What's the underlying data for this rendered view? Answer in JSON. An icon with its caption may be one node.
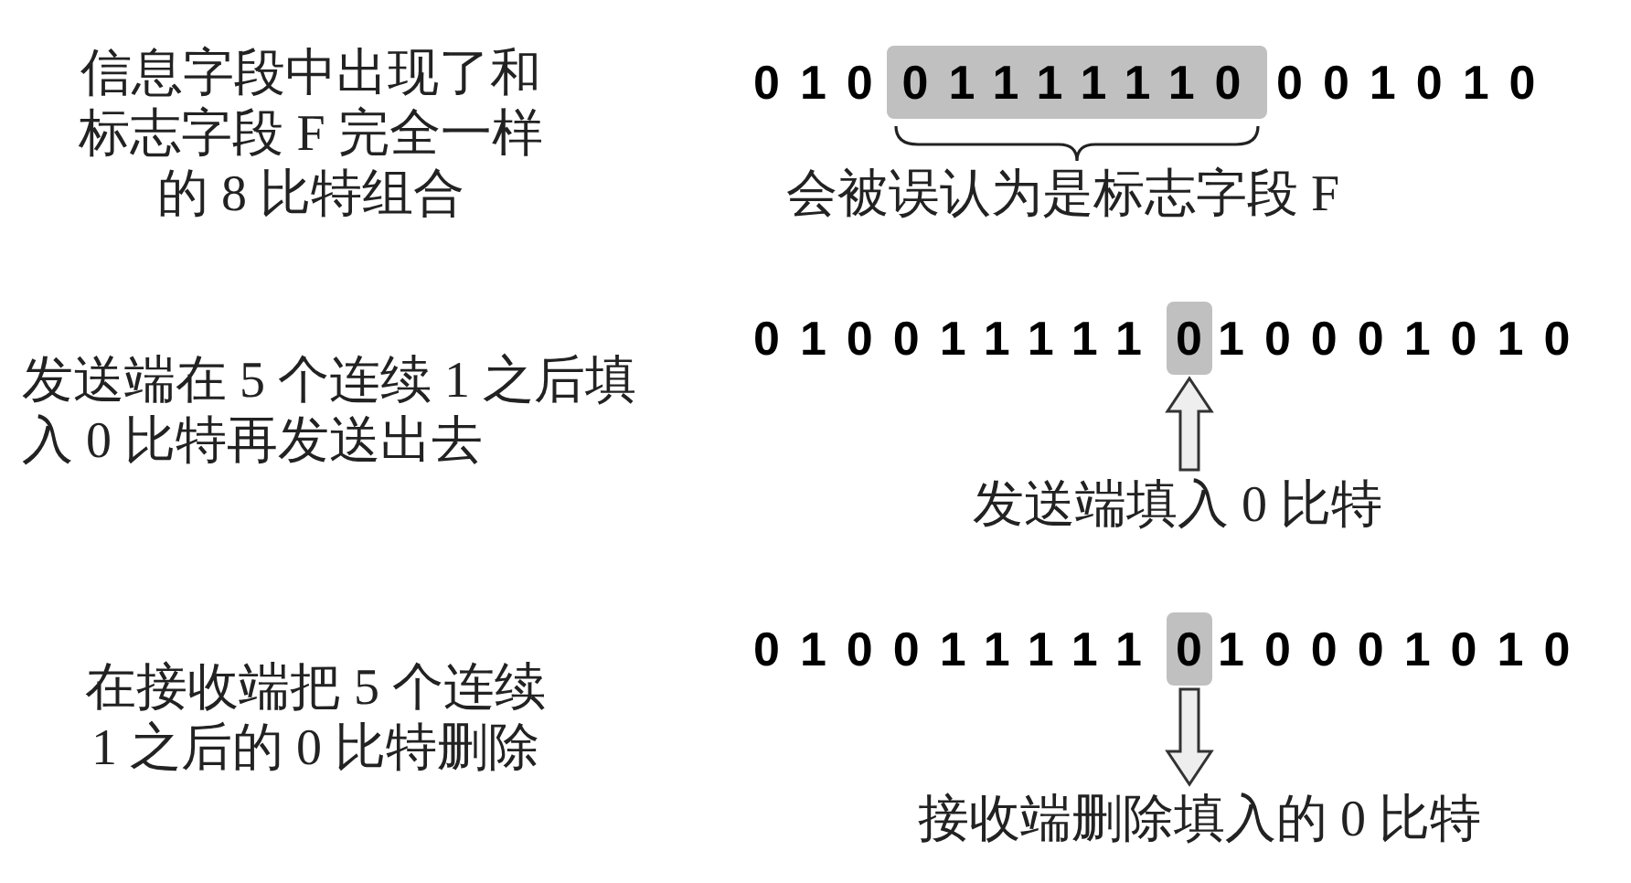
{
  "diagram": {
    "nodes": [
      {
        "text": [
          "01111110"
        ]
      },
      {
        "text": [
          "0"
        ]
      },
      {
        "text": [
          "发送端填入 0 比特"
        ]
      },
      {
        "text": [
          "0"
        ]
      },
      {
        "text": [
          "接收端删除填入的 0 比特"
        ]
      }
    ],
    "edges": [
      {
        "from": 2,
        "to": 1,
        "arrow": "to"
      },
      {
        "from": 3,
        "to": 4,
        "arrow": "to"
      }
    ],
    "labels": [
      "信息字段中出现了和标志字段 F 完全一样的 8 比特组合",
      "010",
      "001010",
      "会被误认为是标志字段 F",
      "发送端在 5 个连续 1 之后填入 0 比特再发送出去",
      "010011111",
      "10001010",
      "在接收端把 5 个连续 1 之后的 0 比特删除",
      "010011111",
      "10001010"
    ]
  }
}
